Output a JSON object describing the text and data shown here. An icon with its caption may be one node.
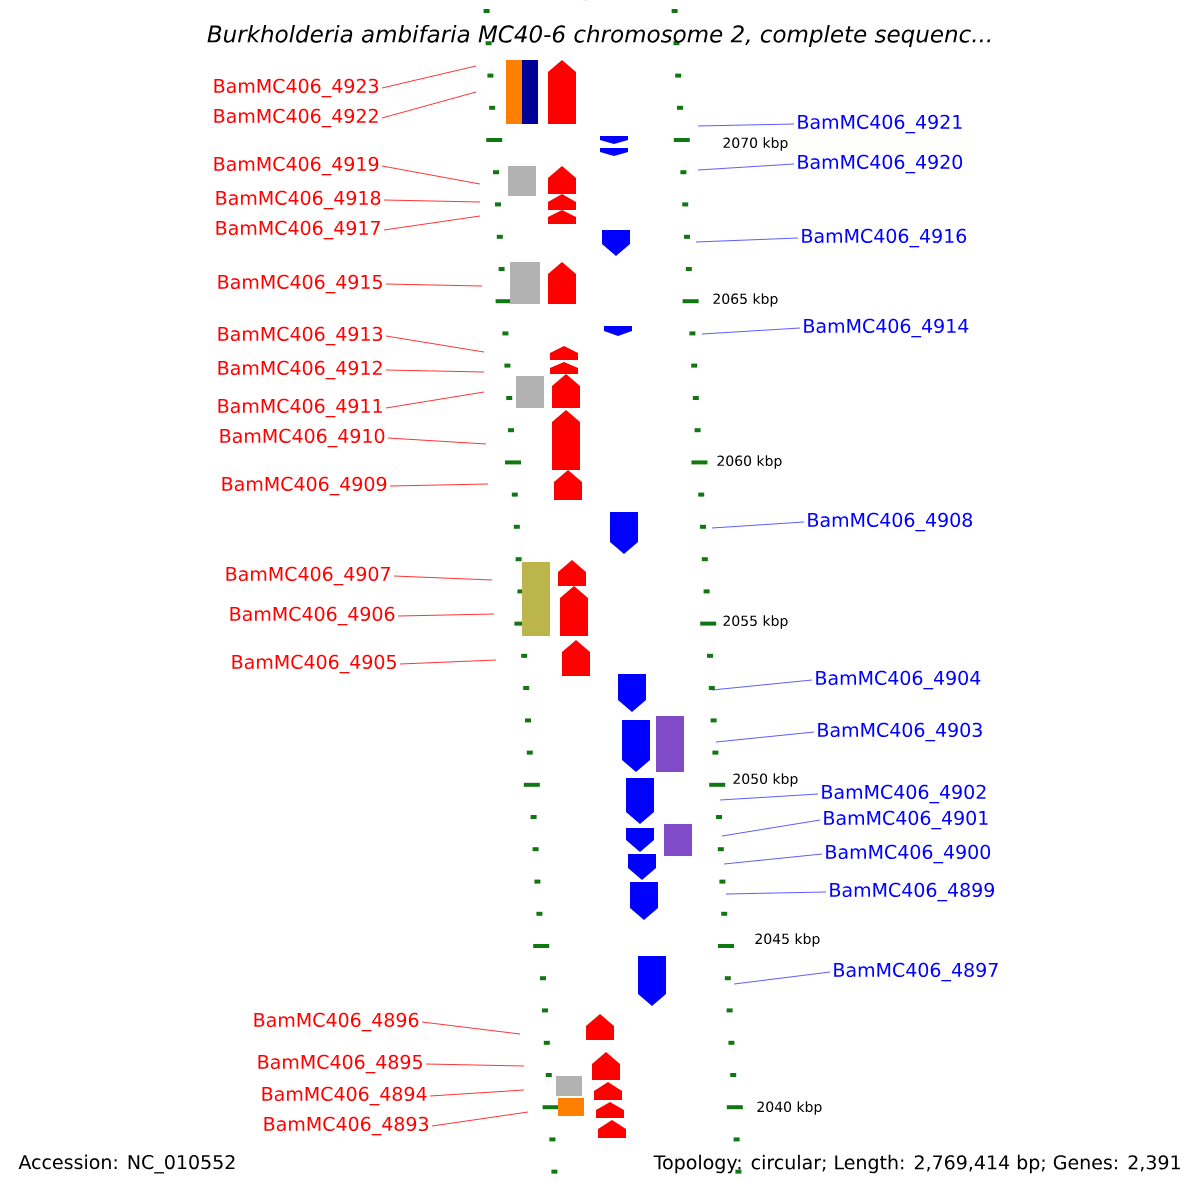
{
  "diagram": {
    "title": "Burkholderia ambifaria MC40-6 chromosome 2, complete sequenc...",
    "nodes": [
      {
        "text": [
          "BamMC406_4923"
        ]
      },
      {
        "text": [
          "BamMC406_4922"
        ]
      },
      {
        "text": [
          "BamMC406_4921"
        ]
      },
      {
        "text": [
          "BamMC406_4920"
        ]
      },
      {
        "text": [
          "BamMC406_4919"
        ]
      },
      {
        "text": [
          "BamMC406_4918"
        ]
      },
      {
        "text": [
          "BamMC406_4917"
        ]
      },
      {
        "text": [
          "BamMC406_4916"
        ]
      },
      {
        "text": [
          "BamMC406_4915"
        ]
      },
      {
        "text": [
          "BamMC406_4914"
        ]
      },
      {
        "text": [
          "BamMC406_4913"
        ]
      },
      {
        "text": [
          "BamMC406_4912"
        ]
      },
      {
        "text": [
          "BamMC406_4911"
        ]
      },
      {
        "text": [
          "BamMC406_4910"
        ]
      },
      {
        "text": [
          "BamMC406_4909"
        ]
      },
      {
        "text": [
          "BamMC406_4908"
        ]
      },
      {
        "text": [
          "BamMC406_4907"
        ]
      },
      {
        "text": [
          "BamMC406_4906"
        ]
      },
      {
        "text": [
          "BamMC406_4905"
        ]
      },
      {
        "text": [
          "BamMC406_4904"
        ]
      },
      {
        "text": [
          "BamMC406_4903"
        ]
      },
      {
        "text": [
          "BamMC406_4902"
        ]
      },
      {
        "text": [
          "BamMC406_4901"
        ]
      },
      {
        "text": [
          "BamMC406_4900"
        ]
      },
      {
        "text": [
          "BamMC406_4899"
        ]
      },
      {
        "text": [
          "BamMC406_4897"
        ]
      },
      {
        "text": [
          "BamMC406_4896"
        ]
      },
      {
        "text": [
          "BamMC406_4895"
        ]
      },
      {
        "text": [
          "BamMC406_4894"
        ]
      },
      {
        "text": [
          "BamMC406_4893"
        ]
      }
    ],
    "edges": [
      {
        "from": 0,
        "to": null,
        "arrow": "none"
      },
      {
        "from": 1,
        "to": null,
        "arrow": "none"
      },
      {
        "from": 2,
        "to": null,
        "arrow": "none",
        "color": "#3333ff"
      },
      {
        "from": 3,
        "to": null,
        "arrow": "none",
        "color": "#3333ff"
      },
      {
        "from": 4,
        "to": null,
        "arrow": "none"
      },
      {
        "from": 5,
        "to": null,
        "arrow": "none"
      },
      {
        "from": 6,
        "to": null,
        "arrow": "none"
      },
      {
        "from": 7,
        "to": null,
        "arrow": "none",
        "color": "#3333ff"
      },
      {
        "from": 8,
        "to": null,
        "arrow": "none"
      },
      {
        "from": 9,
        "to": null,
        "arrow": "none",
        "color": "#3333ff"
      },
      {
        "from": 10,
        "to": null,
        "arrow": "none"
      },
      {
        "from": 11,
        "to": null,
        "arrow": "none"
      },
      {
        "from": 12,
        "to": null,
        "arrow": "none"
      },
      {
        "from": 13,
        "to": null,
        "arrow": "none"
      },
      {
        "from": 14,
        "to": null,
        "arrow": "none"
      },
      {
        "from": 15,
        "to": null,
        "arrow": "none",
        "color": "#3333ff"
      },
      {
        "from": 16,
        "to": null,
        "arrow": "none"
      },
      {
        "from": 17,
        "to": null,
        "arrow": "none"
      },
      {
        "from": 18,
        "to": null,
        "arrow": "none"
      },
      {
        "from": 19,
        "to": null,
        "arrow": "none",
        "color": "#3333ff"
      },
      {
        "from": 20,
        "to": null,
        "arrow": "none",
        "color": "#3333ff"
      },
      {
        "from": 21,
        "to": null,
        "arrow": "none",
        "color": "#3333ff"
      },
      {
        "from": 22,
        "to": null,
        "arrow": "none",
        "color": "#3333ff"
      },
      {
        "from": 23,
        "to": null,
        "arrow": "none",
        "color": "#3333ff"
      },
      {
        "from": 24,
        "to": null,
        "arrow": "none",
        "color": "#3333ff"
      },
      {
        "from": 25,
        "to": null,
        "arrow": "none",
        "color": "#3333ff"
      },
      {
        "from": 26,
        "to": null,
        "arrow": "none"
      },
      {
        "from": 27,
        "to": null,
        "arrow": "none"
      },
      {
        "from": 28,
        "to": null,
        "arrow": "none"
      },
      {
        "from": 29,
        "to": null,
        "arrow": "none"
      }
    ],
    "labels": [
      "2070 kbp",
      "2065 kbp",
      "2060 kbp",
      "2055 kbp",
      "2050 kbp",
      "2045 kbp",
      "2040 kbp",
      "Accession: NC_010552",
      "Topology: circular; Length: 2,769,414 bp; Genes: 2,391"
    ]
  }
}
